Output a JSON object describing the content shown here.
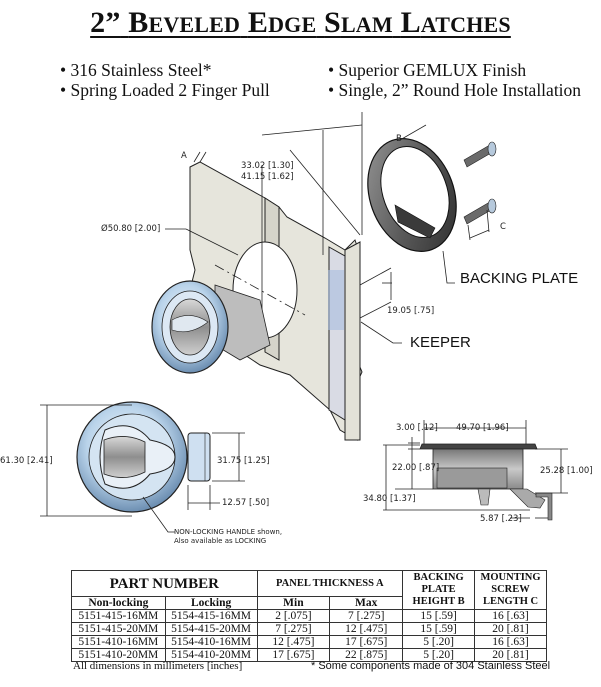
{
  "document": {
    "title_prefix": "2”",
    "title_words": [
      {
        "cap": "B",
        "rest": "EVELED"
      },
      {
        "cap": "E",
        "rest": "DGE"
      },
      {
        "cap": "S",
        "rest": "LAM"
      },
      {
        "cap": "L",
        "rest": "ATCHES"
      }
    ],
    "features_left": [
      "• 316 Stainless Steel*",
      "• Spring Loaded 2 Finger Pull"
    ],
    "features_right": [
      "• Superior GEMLUX Finish",
      "• Single, 2” Round Hole Installation"
    ]
  },
  "exploded_view": {
    "dim_A": "A",
    "dim_B": "B",
    "dim_C": "C",
    "depth_1": "33.02 [1.30]",
    "depth_2": "41.15 [1.62]",
    "hole_diameter": "Ø50.80 [2.00]",
    "keeper_spacing": "19.05 [.75]",
    "backing_plate_label": "BACKING PLATE",
    "keeper_label": "KEEPER"
  },
  "front_view": {
    "overall_diameter": "61.30 [2.41]",
    "handle_height": "31.75 [1.25]",
    "handle_width": "12.57 [.50]",
    "note_line_1": "NON-LOCKING HANDLE shown,",
    "note_line_2": "Also available as LOCKING"
  },
  "side_view": {
    "flange_thickness": "3.00 [.12]",
    "body_width": "49.70 [1.96]",
    "body_depth": "22.00 [.87]",
    "overall_depth": "34.80 [1.37]",
    "keeper_depth": "25.28 [1.00]",
    "keeper_offset": "5.87 [.23]"
  },
  "table": {
    "group_headers": {
      "part_number": "PART NUMBER",
      "panel_thickness": "PANEL THICKNESS A",
      "backing_plate": [
        "BACKING",
        "PLATE",
        "HEIGHT B"
      ],
      "mounting_screw": [
        "MOUNTING",
        "SCREW",
        "LENGTH C"
      ]
    },
    "sub_headers": [
      "Non-locking",
      "Locking",
      "Min",
      "Max"
    ],
    "rows": [
      {
        "non_locking": "5151-415-16MM",
        "locking": "5154-415-16MM",
        "min": "2 [.075]",
        "max": "7 [.275]",
        "plate_height": "15 [.59]",
        "screw_length": "16 [.63]"
      },
      {
        "non_locking": "5151-415-20MM",
        "locking": "5154-415-20MM",
        "min": "7 [.275]",
        "max": "12 [.475]",
        "plate_height": "15 [.59]",
        "screw_length": "20 [.81]"
      },
      {
        "non_locking": "5151-410-16MM",
        "locking": "5154-410-16MM",
        "min": "12 [.475]",
        "max": "17 [.675]",
        "plate_height": "5 [.20]",
        "screw_length": "16 [.63]"
      },
      {
        "non_locking": "5151-410-20MM",
        "locking": "5154-410-20MM",
        "min": "17 [.675]",
        "max": "22 [.875]",
        "plate_height": "5 [.20]",
        "screw_length": "20 [.81]"
      }
    ],
    "footnote_units": "All dimensions in millimeters [inches]",
    "footnote_material": "* Some components made of 304 Stainless Steel"
  }
}
